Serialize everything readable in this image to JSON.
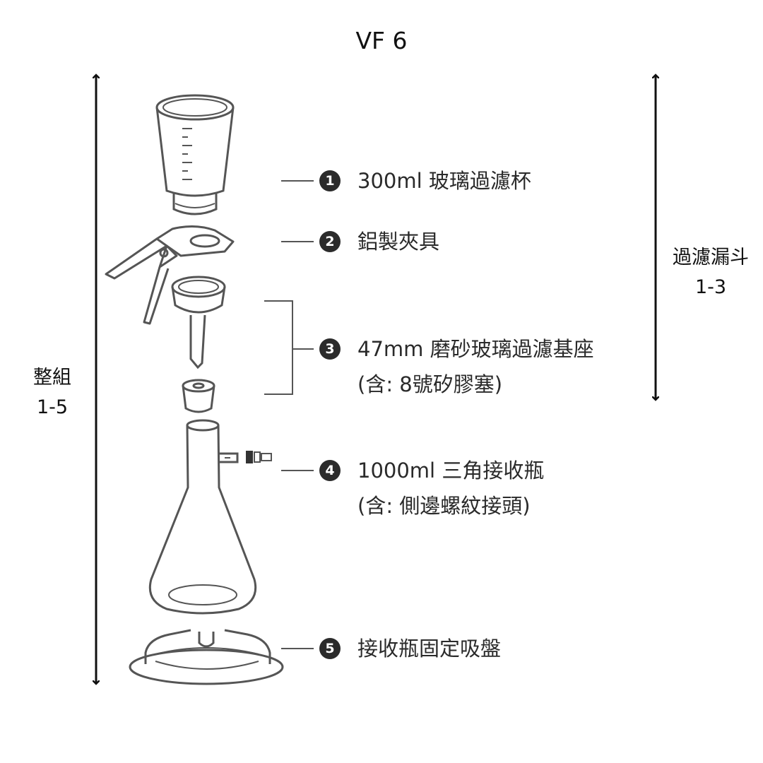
{
  "title": "VF 6",
  "full_set": {
    "line1": "整組",
    "line2": "1-5"
  },
  "funnel_set": {
    "line1": "過濾漏斗",
    "line2": "1-3"
  },
  "parts": [
    {
      "number": "1",
      "line1": "300ml 玻璃過濾杯",
      "line2": ""
    },
    {
      "number": "2",
      "line1": "鋁製夾具",
      "line2": ""
    },
    {
      "number": "3",
      "line1": "47mm 磨砂玻璃過濾基座",
      "line2": "(含: 8號矽膠塞)"
    },
    {
      "number": "4",
      "line1": "1000ml 三角接收瓶",
      "line2": "(含: 側邊螺紋接頭)"
    },
    {
      "number": "5",
      "line1": "接收瓶固定吸盤",
      "line2": ""
    }
  ]
}
